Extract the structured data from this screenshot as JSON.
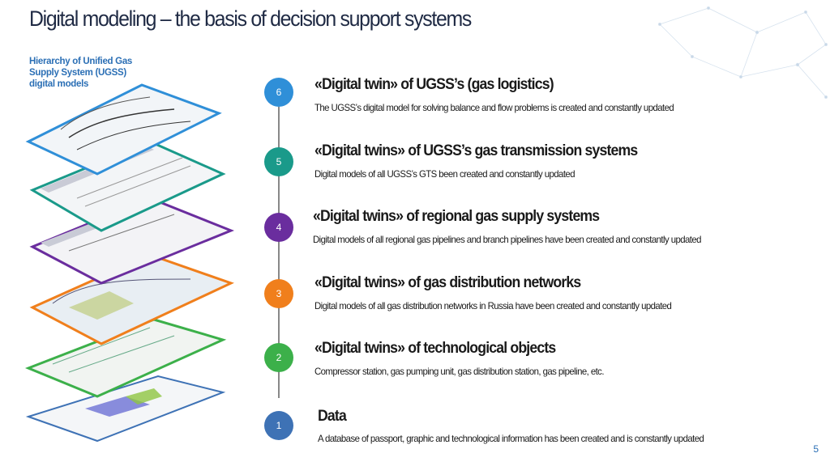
{
  "slide": {
    "title": "Digital modeling – the basis of decision support systems",
    "subtitle": "Hierarchy of Unified Gas Supply System (UGSS) digital models",
    "page_number": "5"
  },
  "levels": [
    {
      "number": "6",
      "color": "#2f8fd8",
      "heading": "«Digital twin» of UGSS’s (gas logistics)",
      "description": "The UGSS’s digital model for solving balance and flow problems is created and constantly updated"
    },
    {
      "number": "5",
      "color": "#1a9a8a",
      "heading": "«Digital twins» of UGSS’s gas transmission systems",
      "description": "Digital models of all UGSS’s GTS been created and constantly updated"
    },
    {
      "number": "4",
      "color": "#6a2d9e",
      "heading": "«Digital twins» of regional gas supply systems",
      "description": "Digital models of all regional gas pipelines and branch pipelines have been created and constantly updated"
    },
    {
      "number": "3",
      "color": "#f07f1c",
      "heading": "«Digital twins» of gas distribution networks",
      "description": "Digital models of all gas distribution networks in Russia have been created and constantly updated"
    },
    {
      "number": "2",
      "color": "#3cb04a",
      "heading": "«Digital twins» of technological objects",
      "description": "Compressor station, gas pumping unit, gas distribution station, gas pipeline, etc."
    },
    {
      "number": "1",
      "color": "#3e72b5",
      "heading": "Data",
      "description": "A database of passport, graphic and technological information has been created and is constantly updated"
    }
  ]
}
